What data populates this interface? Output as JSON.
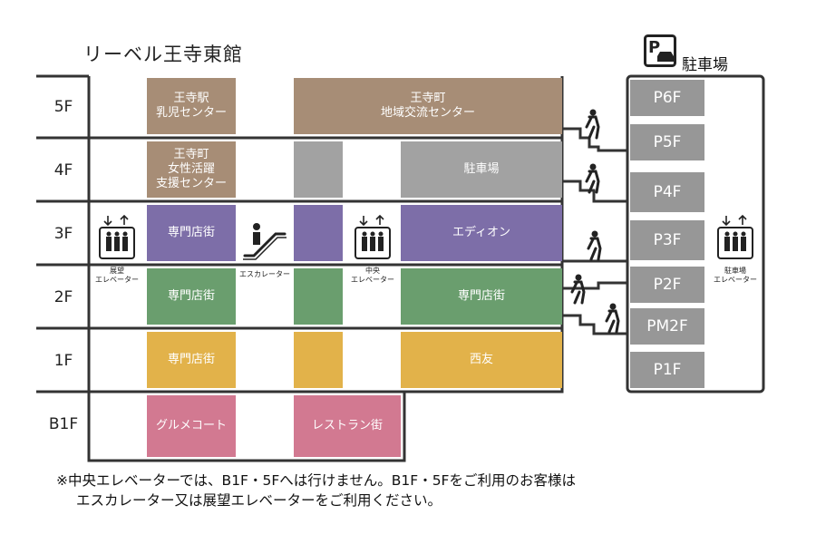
{
  "building_name": "リーベル王寺東館",
  "parking": {
    "title": "駐車場",
    "logo_letter": "P",
    "levels": [
      "P6F",
      "P5F",
      "P4F",
      "P3F",
      "P2F",
      "PM2F",
      "P1F"
    ],
    "elevator_label": "駐車場\nエレベーター"
  },
  "floors": [
    "5F",
    "4F",
    "3F",
    "2F",
    "1F",
    "B1F"
  ],
  "left_column": {
    "5F": "王寺駅\n乳児センター",
    "4F": "王寺町\n女性活躍\n支援センター",
    "3F": "専門店街",
    "2F": "専門店街",
    "1F": "専門店街",
    "B1F": "グルメコート"
  },
  "right_area": {
    "5F": "王寺町\n地域交流センター",
    "4F": "駐車場",
    "3F": "エディオン",
    "2F": "専門店街",
    "1F": "西友",
    "B1F": "レストラン街"
  },
  "labels": {
    "observation_elevator": "展望\nエレベーター",
    "escalator": "エスカレーター",
    "central_elevator": "中央\nエレベーター"
  },
  "notes": [
    "※中央エレベーターでは、B1F・5Fへは行けません。B1F・5Fをご利用のお客様は",
    "エスカレーター又は展望エレベーターをご利用ください。"
  ],
  "colors": {
    "brown": "#a78d76",
    "gray": "#a2a2a2",
    "purple": "#7d6ea8",
    "green": "#6a9e6e",
    "yellow": "#e2b24a",
    "pink": "#d27991"
  },
  "icons": [
    "elevator-icon",
    "escalator-icon",
    "stairs-walker-icon",
    "parking-car-icon"
  ]
}
